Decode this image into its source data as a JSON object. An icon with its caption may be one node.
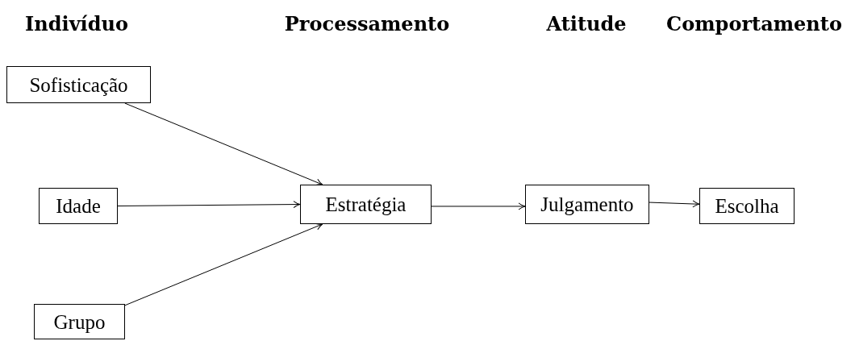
{
  "diagram": {
    "nodes": [
      {
        "text": [
          "Sofisticação"
        ]
      },
      {
        "text": [
          "Idade"
        ]
      },
      {
        "text": [
          "Grupo"
        ]
      },
      {
        "text": [
          "Estratégia"
        ]
      },
      {
        "text": [
          "Julgamento"
        ]
      },
      {
        "text": [
          "Escolha"
        ]
      }
    ],
    "edges": [
      {
        "from": 0,
        "to": 3,
        "arrow": "to"
      },
      {
        "from": 1,
        "to": 3,
        "arrow": "to"
      },
      {
        "from": 2,
        "to": 3,
        "arrow": "to"
      },
      {
        "from": 3,
        "to": 4,
        "arrow": "to"
      },
      {
        "from": 4,
        "to": 5,
        "arrow": "to"
      }
    ],
    "labels": [
      "Indivíduo",
      "Processamento",
      "Atitude",
      "Comportamento"
    ]
  }
}
